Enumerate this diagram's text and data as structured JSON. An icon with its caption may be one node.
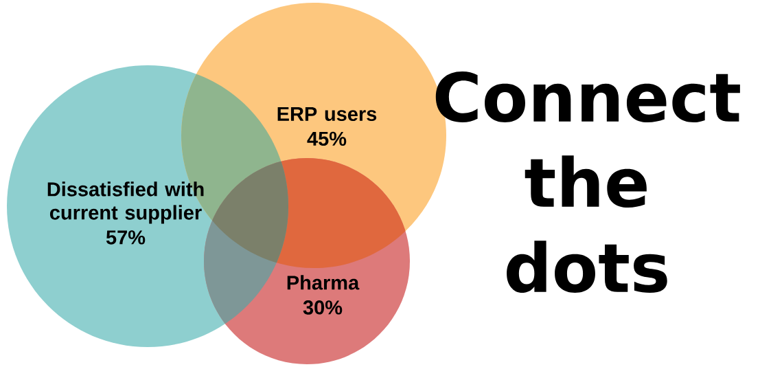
{
  "diagram": {
    "title": "Connect the dots",
    "nodes": [
      {
        "text": [
          "Dissatisfied with current supplier",
          "57%"
        ]
      },
      {
        "text": [
          "ERP users",
          "45%"
        ]
      },
      {
        "text": [
          "Pharma",
          "30%"
        ]
      }
    ]
  }
}
